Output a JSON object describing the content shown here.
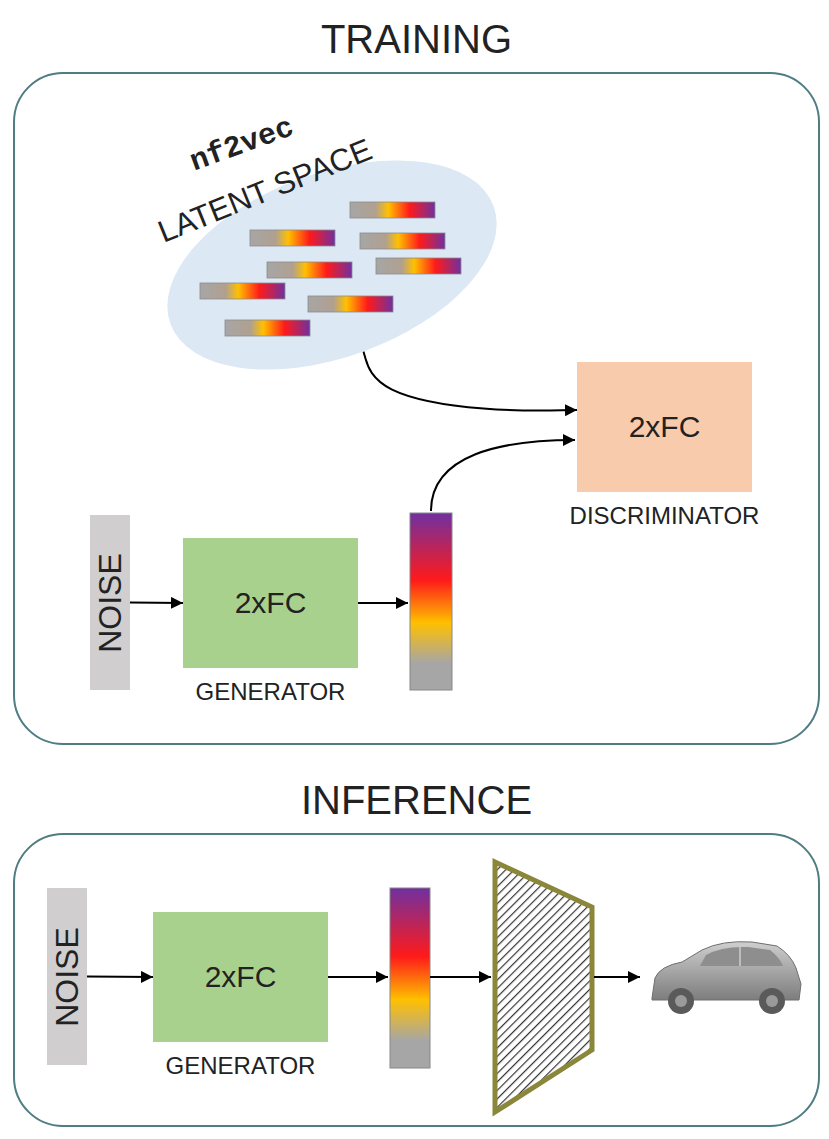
{
  "diagram": {
    "nodes": [
      {
        "text": [
          "TRAINING"
        ]
      },
      {
        "text": [
          "nf2vec",
          "LATENT SPACE"
        ],
        "in": 0
      },
      {
        "text": [
          "2xFC",
          "DISCRIMINATOR"
        ],
        "in": 0
      },
      {
        "text": [
          "NOISE"
        ],
        "in": 0
      },
      {
        "text": [
          "2xFC",
          "GENERATOR"
        ],
        "in": 0
      },
      {
        "text": [
          "INFERENCE"
        ]
      },
      {
        "text": [
          "NOISE"
        ],
        "in": 5
      },
      {
        "text": [
          "2xFC",
          "GENERATOR"
        ],
        "in": 5
      }
    ],
    "edges": [
      {
        "from": 1,
        "to": 2,
        "arrow": "to"
      },
      {
        "from": 3,
        "to": 4,
        "arrow": "to"
      },
      {
        "from": 6,
        "to": 7,
        "arrow": "to"
      }
    ]
  }
}
